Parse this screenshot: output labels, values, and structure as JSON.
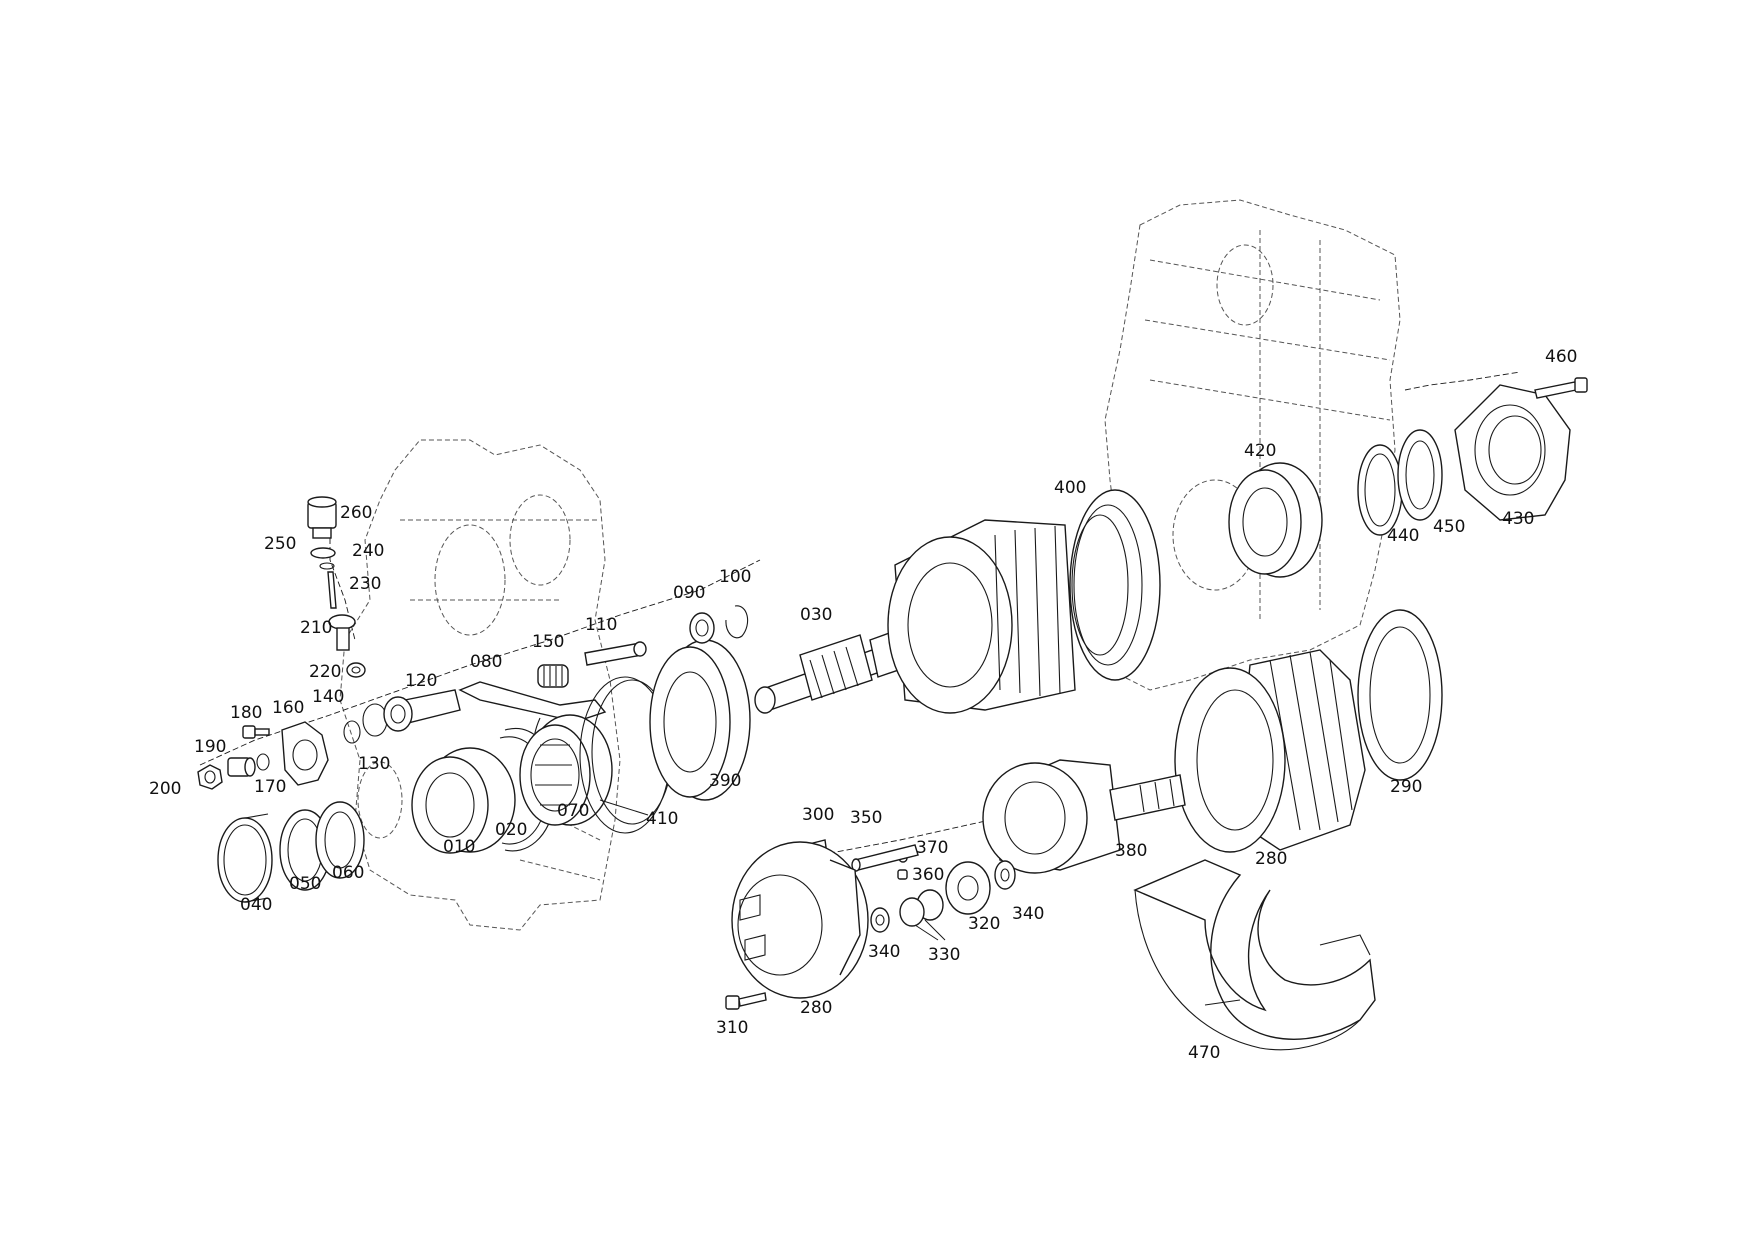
{
  "parts": [
    {
      "id": "p010",
      "number": "010"
    },
    {
      "id": "p020",
      "number": "020"
    },
    {
      "id": "p030",
      "number": "030"
    },
    {
      "id": "p040",
      "number": "040"
    },
    {
      "id": "p050",
      "number": "050"
    },
    {
      "id": "p060",
      "number": "060"
    },
    {
      "id": "p070",
      "number": "070"
    },
    {
      "id": "p080",
      "number": "080"
    },
    {
      "id": "p090",
      "number": "090"
    },
    {
      "id": "p100",
      "number": "100"
    },
    {
      "id": "p110",
      "number": "110"
    },
    {
      "id": "p120",
      "number": "120"
    },
    {
      "id": "p130",
      "number": "130"
    },
    {
      "id": "p140",
      "number": "140"
    },
    {
      "id": "p150",
      "number": "150"
    },
    {
      "id": "p160",
      "number": "160"
    },
    {
      "id": "p170",
      "number": "170"
    },
    {
      "id": "p180",
      "number": "180"
    },
    {
      "id": "p190",
      "number": "190"
    },
    {
      "id": "p200",
      "number": "200"
    },
    {
      "id": "p210",
      "number": "210"
    },
    {
      "id": "p220",
      "number": "220"
    },
    {
      "id": "p230",
      "number": "230"
    },
    {
      "id": "p240",
      "number": "240"
    },
    {
      "id": "p250",
      "number": "250"
    },
    {
      "id": "p260",
      "number": "260"
    },
    {
      "id": "p280a",
      "number": "280"
    },
    {
      "id": "p280b",
      "number": "280"
    },
    {
      "id": "p290",
      "number": "290"
    },
    {
      "id": "p300",
      "number": "300"
    },
    {
      "id": "p310",
      "number": "310"
    },
    {
      "id": "p320",
      "number": "320"
    },
    {
      "id": "p330",
      "number": "330"
    },
    {
      "id": "p340a",
      "number": "340"
    },
    {
      "id": "p340b",
      "number": "340"
    },
    {
      "id": "p350",
      "number": "350"
    },
    {
      "id": "p360",
      "number": "360"
    },
    {
      "id": "p370",
      "number": "370"
    },
    {
      "id": "p380",
      "number": "380"
    },
    {
      "id": "p390",
      "number": "390"
    },
    {
      "id": "p400",
      "number": "400"
    },
    {
      "id": "p410",
      "number": "410"
    },
    {
      "id": "p420",
      "number": "420"
    },
    {
      "id": "p430",
      "number": "430"
    },
    {
      "id": "p440",
      "number": "440"
    },
    {
      "id": "p450",
      "number": "450"
    },
    {
      "id": "p460",
      "number": "460"
    },
    {
      "id": "p470",
      "number": "470"
    }
  ]
}
